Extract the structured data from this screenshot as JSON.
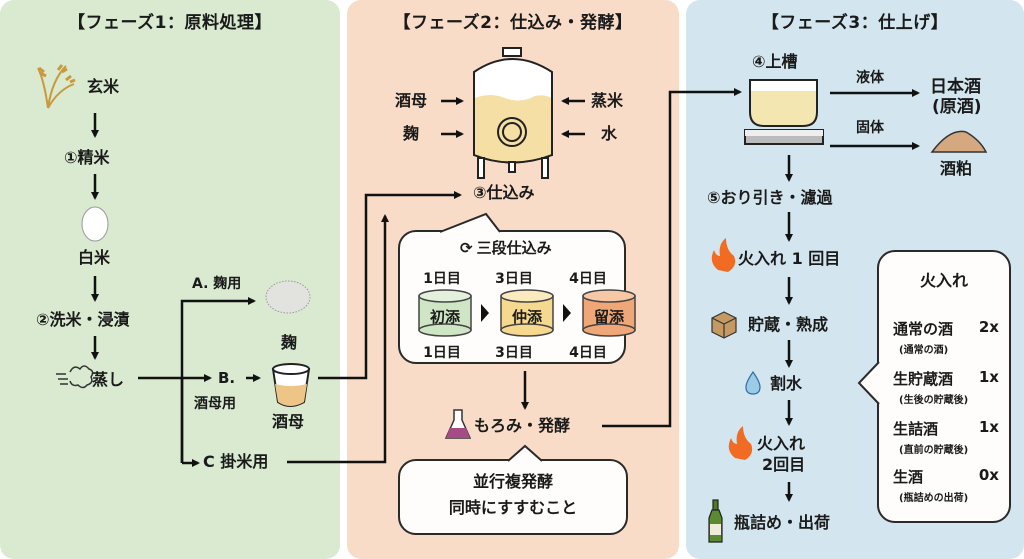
{
  "phases": [
    {
      "title": "【フェーズ1：原料処理】",
      "color": "#d9ead0"
    },
    {
      "title": "【フェーズ2：仕込み・発酵】",
      "color": "#f8dcc7"
    },
    {
      "title": "【フェーズ3：仕上げ】",
      "color": "#d3e6ef"
    }
  ],
  "phase1": {
    "genmai": "玄米",
    "step1": "①精米",
    "hakumai": "白米",
    "step2": "②洗米・浸漬",
    "mushi": "蒸し",
    "branch_a": "A. 麹用",
    "koji": "麹",
    "branch_b": "B.",
    "branch_b_sub": "酒母用",
    "shubo": "酒母",
    "branch_c": "C 掛米用"
  },
  "phase2": {
    "inputs_left": [
      "酒母",
      "麹"
    ],
    "inputs_right": [
      "蒸米",
      "水"
    ],
    "step3": "③仕込み",
    "sandan": {
      "title": "三段仕込み",
      "stages": [
        {
          "name": "初添",
          "day": "1日目",
          "color": "#cfe6c4"
        },
        {
          "name": "仲添",
          "day": "3日目",
          "color": "#f6d98e"
        },
        {
          "name": "留添",
          "day": "4日目",
          "color": "#f0a777"
        }
      ]
    },
    "moromi": "もろみ・発酵",
    "note_line1": "並行複発酵",
    "note_line2": "同時にすすむこと"
  },
  "phase3": {
    "step4": "④上槽",
    "liquid": "液体",
    "solid": "固体",
    "sake": "日本酒",
    "sake_sub": "(原酒)",
    "kasu": "酒粕",
    "step5": "⑤おり引き・濾過",
    "hiire1": "火入れ 1 回目",
    "storage": "貯蔵・熟成",
    "warimizu": "割水",
    "hiire2_line1": "火入れ",
    "hiire2_line2": "2回目",
    "bottling": "瓶詰め・出荷"
  },
  "hiire_box": {
    "title": "火入れ",
    "rows": [
      {
        "name": "通常の酒",
        "count": "2x",
        "note": "(通常の酒)"
      },
      {
        "name": "生貯蔵酒",
        "count": "1x",
        "note": "(生後の貯蔵後)"
      },
      {
        "name": "生詰酒",
        "count": "1x",
        "note": "(直前の貯蔵後)"
      },
      {
        "name": "生酒",
        "count": "0x",
        "note": "(瓶詰めの出荷)"
      }
    ]
  },
  "icons": {
    "rice_plant": "rice-plant-icon",
    "rice_grain": "rice-grain-icon",
    "steam": "steam-icon",
    "koji_grains": "koji-icon",
    "shubo_cup": "cup-icon",
    "tank": "tank-icon",
    "cycle": "cycle-icon",
    "flask": "flask-icon",
    "press": "press-icon",
    "kasu_pile": "kasu-pile-icon",
    "fire": "fire-icon",
    "box": "box-icon",
    "drop": "water-drop-icon",
    "bottle": "bottle-icon"
  }
}
